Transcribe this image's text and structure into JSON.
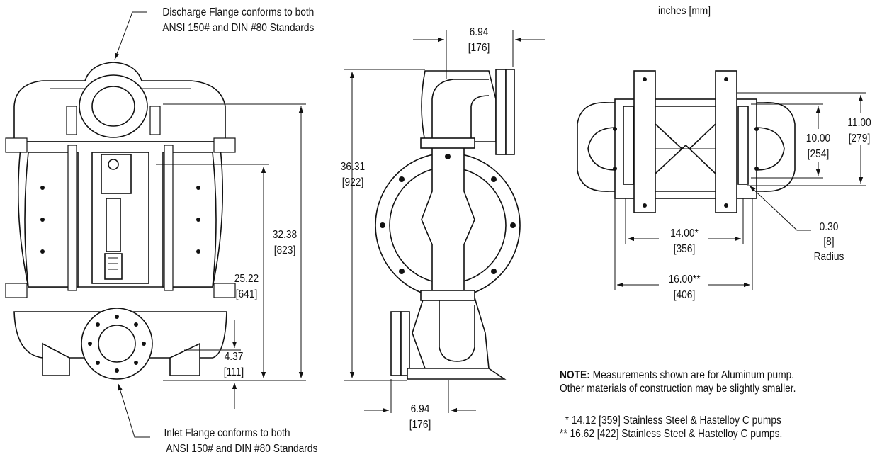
{
  "units": "inches [mm]",
  "callouts": {
    "discharge_line1": "Discharge Flange conforms to both",
    "discharge_line2": "ANSI 150# and DIN #80 Standards",
    "inlet_line1": "Inlet Flange conforms to both",
    "inlet_line2": "ANSI 150# and DIN #80 Standards"
  },
  "dimensions": {
    "front_overall_height": {
      "in": "32.38",
      "mm": "[823]"
    },
    "front_port_span": {
      "in": "25.22",
      "mm": "[641]"
    },
    "front_inlet_height": {
      "in": "4.37",
      "mm": "[111]"
    },
    "side_overall_height": {
      "in": "36.31",
      "mm": "[922]"
    },
    "side_top_flange": {
      "in": "6.94",
      "mm": "[176]"
    },
    "side_bottom_flange": {
      "in": "6.94",
      "mm": "[176]"
    },
    "top_inner_depth": {
      "in": "10.00",
      "mm": "[254]"
    },
    "top_outer_depth": {
      "in": "11.00",
      "mm": "[279]"
    },
    "top_inner_width": {
      "in": "14.00*",
      "mm": "[356]"
    },
    "top_outer_width": {
      "in": "16.00**",
      "mm": "[406]"
    },
    "top_radius": {
      "in": "0.30",
      "mm": "[8]",
      "label": "Radius"
    }
  },
  "note": {
    "prefix": "NOTE:",
    "line1": " Measurements shown are for Aluminum pump.",
    "line2": "Other materials of construction may be slightly smaller."
  },
  "footnotes": {
    "single": "* 14.12 [359] Stainless Steel & Hastelloy C pumps",
    "double": "** 16.62 [422] Stainless Steel & Hastelloy C pumps."
  },
  "views": [
    "front-view",
    "side-view",
    "top-view"
  ]
}
